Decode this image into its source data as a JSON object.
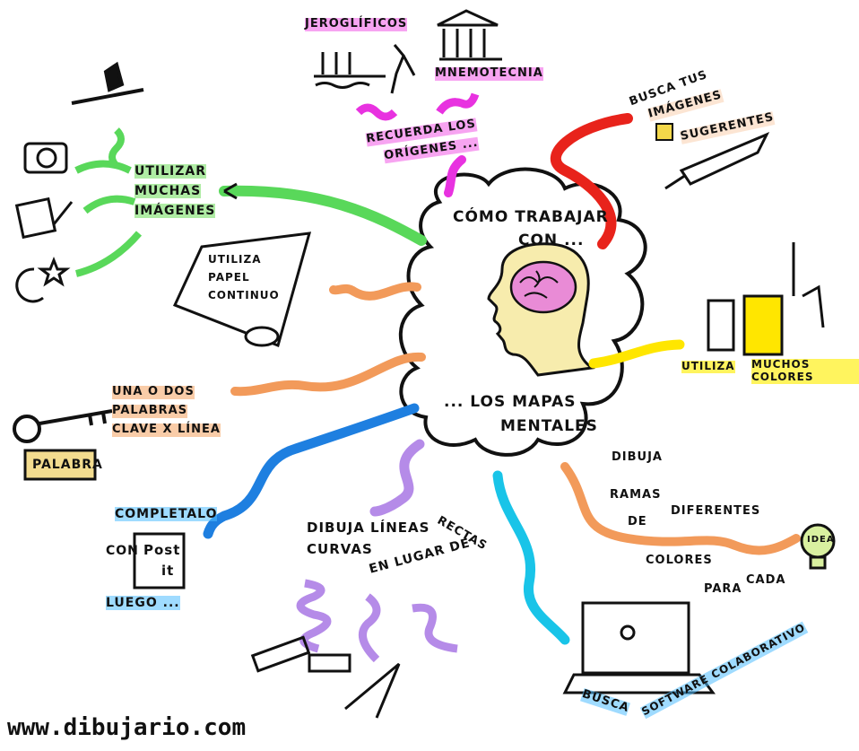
{
  "center": {
    "top": "CÓMO TRABAJAR",
    "top2": "CON ...",
    "bottom1": "... LOS MAPAS",
    "bottom2": "MENTALES"
  },
  "branches": {
    "images": [
      "UTILIZAR",
      "MUCHAS",
      "IMÁGENES"
    ],
    "paper": [
      "UTILIZA",
      "PAPEL",
      "CONTINUO"
    ],
    "keywords": [
      "UNA O DOS",
      "PALABRAS",
      "CLAVE X LÍNEA"
    ],
    "key_tag": "PALABRA",
    "postit": {
      "line1": "COMPLETALO",
      "line2": "CON",
      "line3": "LUEGO ...",
      "note1": "Post",
      "note2": "it"
    },
    "curves": [
      "DIBUJA LÍNEAS",
      "CURVAS",
      "EN LUGAR DE",
      "RECTAS"
    ],
    "origins": {
      "hiero": "JEROGLÍFICOS",
      "mnemo": "MNEMOTECNIA",
      "remember": [
        "RECUERDA LOS",
        "ORÍGENES ..."
      ]
    },
    "search": [
      "BUSCA TUS",
      "IMÁGENES",
      "SUGERENTES"
    ],
    "colors": [
      "UTILIZA",
      "MUCHOS COLORES"
    ],
    "branches_color": [
      "DIBUJA",
      "RAMAS",
      "DE",
      "DIFERENTES",
      "COLORES",
      "PARA",
      "CADA"
    ],
    "idea": "IDEA",
    "software": [
      "BUSCA",
      "SOFTWARE COLABORATIVO"
    ]
  },
  "footer": "www.dibujario.com",
  "colors": {
    "green": "#59d85a",
    "orange": "#f29a5a",
    "yellow": "#ffe600",
    "magenta": "#e832e0",
    "red": "#e8231b",
    "blue": "#1e7fe0",
    "lavender": "#b58be8",
    "cyan": "#19c4e8",
    "brain": "#e98bd6",
    "face": "#f7ecad"
  }
}
